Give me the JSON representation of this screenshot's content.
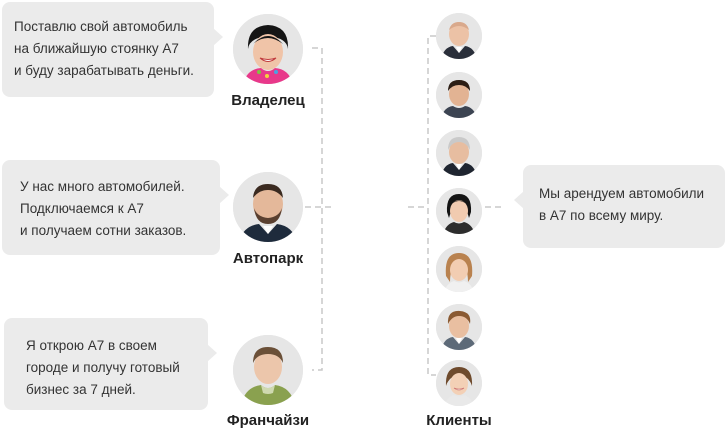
{
  "roles": [
    {
      "name": "Владелец",
      "avatar_icon": "owner-woman-portrait-icon",
      "bubble_lines": [
        "Поставлю свой автомобиль",
        "на ближайшую стоянку A7",
        "и буду зарабатывать деньги."
      ]
    },
    {
      "name": "Автопарк",
      "avatar_icon": "fleet-man-portrait-icon",
      "bubble_lines": [
        "У нас много автомобилей.",
        "Подключаемся к A7",
        "и получаем сотни заказов."
      ]
    },
    {
      "name": "Франчайзи",
      "avatar_icon": "franchisee-man-portrait-icon",
      "bubble_lines": [
        "Я открою A7 в своем",
        "городе и получу готовый",
        "бизнес за 7 дней."
      ]
    }
  ],
  "clients": {
    "label": "Клиенты",
    "avatar_icons": [
      "client-bald-man-portrait-icon",
      "client-man-portrait-icon",
      "client-gray-hair-man-portrait-icon",
      "client-woman-portrait-icon",
      "client-blonde-woman-portrait-icon",
      "client-young-man-portrait-icon",
      "client-smiling-woman-portrait-icon"
    ],
    "bubble_lines": [
      "Мы арендуем автомобили",
      "в A7 по всему миру."
    ]
  },
  "colors": {
    "bubble_bg": "#ebebeb",
    "connector": "#c8c8c8",
    "avatar_bg": "#e5e5e5",
    "label_text": "#222222"
  }
}
